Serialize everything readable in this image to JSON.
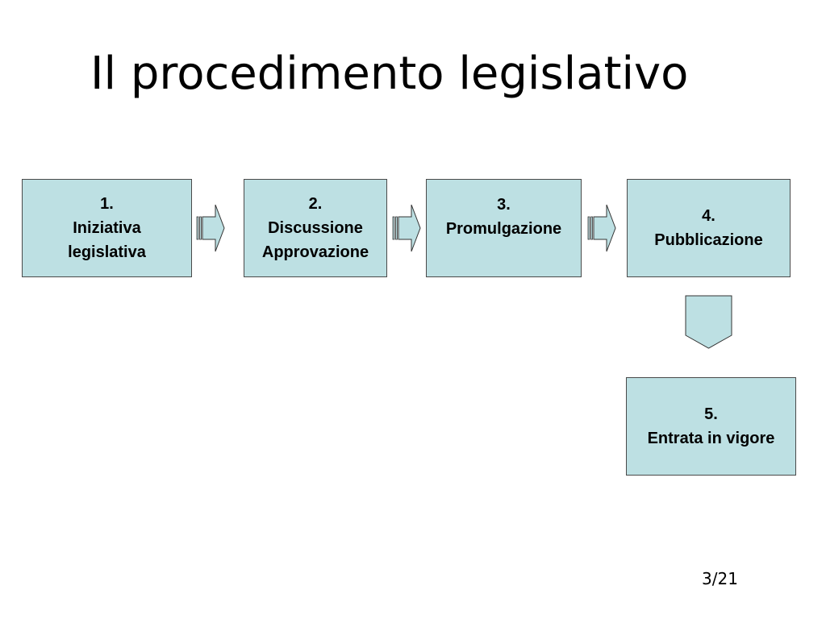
{
  "title": "Il procedimento legislativo",
  "steps": [
    {
      "number": "1.",
      "lines": [
        "Iniziativa",
        "legislativa"
      ]
    },
    {
      "number": "2.",
      "lines": [
        "Discussione",
        "Approvazione"
      ]
    },
    {
      "number": "3.",
      "lines": [
        "Promulgazione"
      ]
    },
    {
      "number": "4.",
      "lines": [
        "Pubblicazione"
      ]
    },
    {
      "number": "5.",
      "lines": [
        "Entrata in vigore"
      ]
    }
  ],
  "page_number": "3/21",
  "colors": {
    "box_fill": "#bde0e3",
    "box_border": "#4a4a4a"
  },
  "icons": {
    "right_arrow": "striped-right-arrow-icon",
    "down_arrow": "pentagon-down-arrow-icon"
  }
}
